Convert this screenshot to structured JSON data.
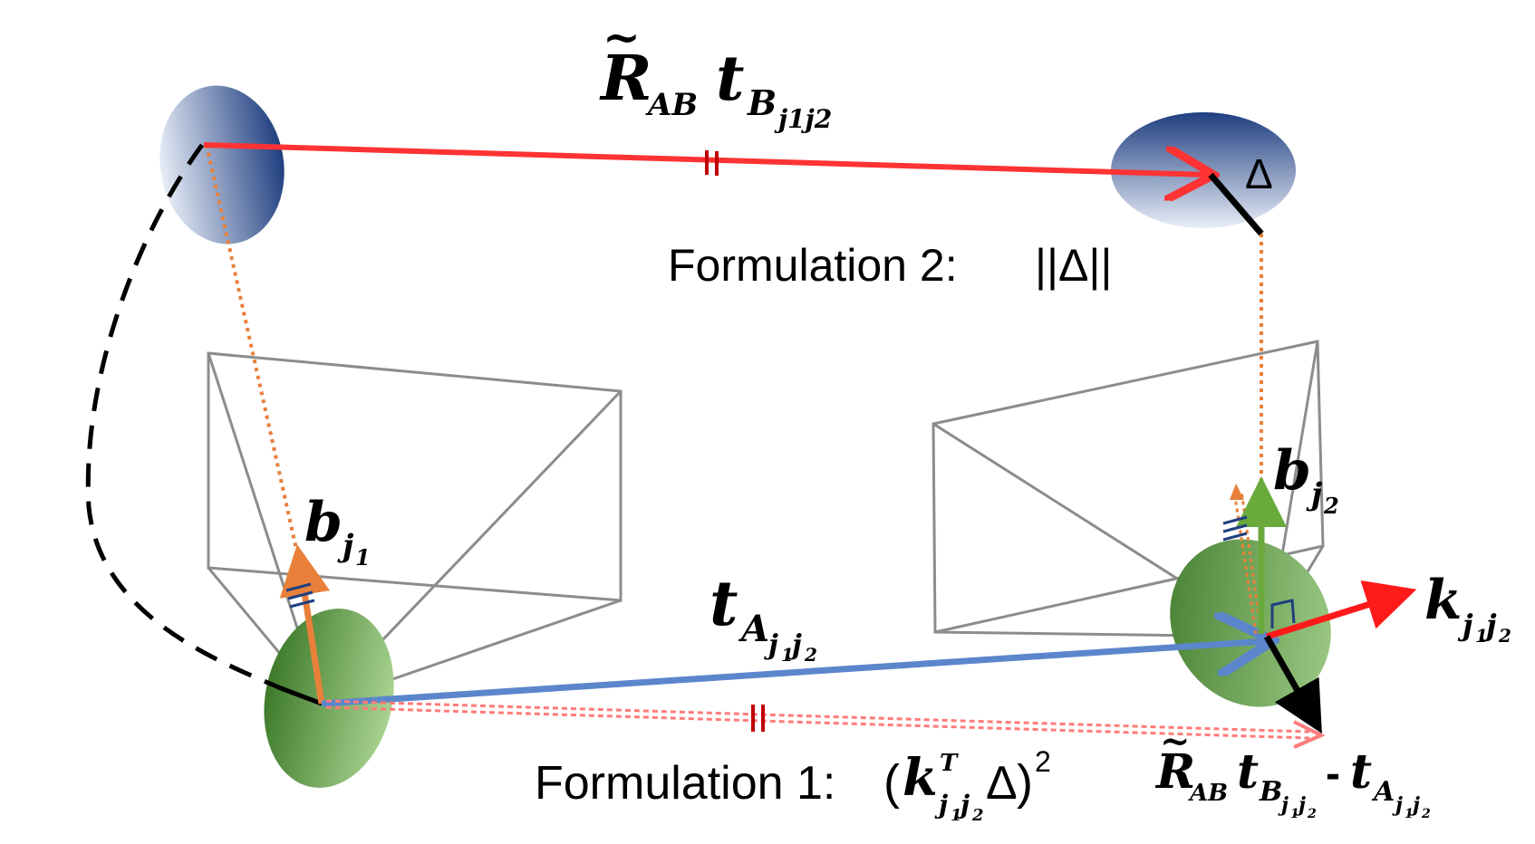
{
  "labels": {
    "top_vector": {
      "main": "R",
      "tilde": "~",
      "sub1": "AB",
      "t": "t",
      "sub2": "B",
      "sub2b": "j1j2"
    },
    "delta": "Δ",
    "formulation2": {
      "label": "Formulation 2:",
      "expr": "||Δ||"
    },
    "b_j1": {
      "main": "b",
      "sub": "j",
      "subsub": "1"
    },
    "b_j2": {
      "main": "b",
      "sub": "j",
      "subsub": "2"
    },
    "t_A": {
      "main": "t",
      "sub": "A",
      "subsub1": "j",
      "subsub1b": "1",
      "subsub2": "j",
      "subsub2b": "2"
    },
    "k": {
      "main": "k",
      "sub1": "j",
      "sub1b": "1",
      "sub2": "j",
      "sub2b": "2"
    },
    "formulation1": {
      "label": "Formulation 1:",
      "open": "(",
      "k": "k",
      "sup": "T",
      "sub": "j",
      "subb": "1",
      "sub2": "j",
      "sub2b": "2",
      "delta": "Δ",
      "close": ")",
      "pow": "2"
    },
    "diff": {
      "tilde": "~",
      "R": "R",
      "sub1": "AB",
      "t": "t",
      "subB": "B",
      "subBj": "j",
      "subBjb": "1",
      "subBj2": "j",
      "subBj2b": "2",
      "minus": "-",
      "t2": "t",
      "subA": "A",
      "subAj": "j",
      "subAjb": "1",
      "subAj2": "j",
      "subAj2b": "2"
    },
    "parallel_mark": "||"
  },
  "colors": {
    "red": "#ff3333",
    "blue": "#5b86cc",
    "orange": "#e8803a",
    "green": "#6aaa3c",
    "dark_green": "#3e7a2a",
    "navy": "#1f3f80",
    "grey": "#8c8c8c",
    "black": "#000000",
    "pink": "#ff7b7b"
  }
}
